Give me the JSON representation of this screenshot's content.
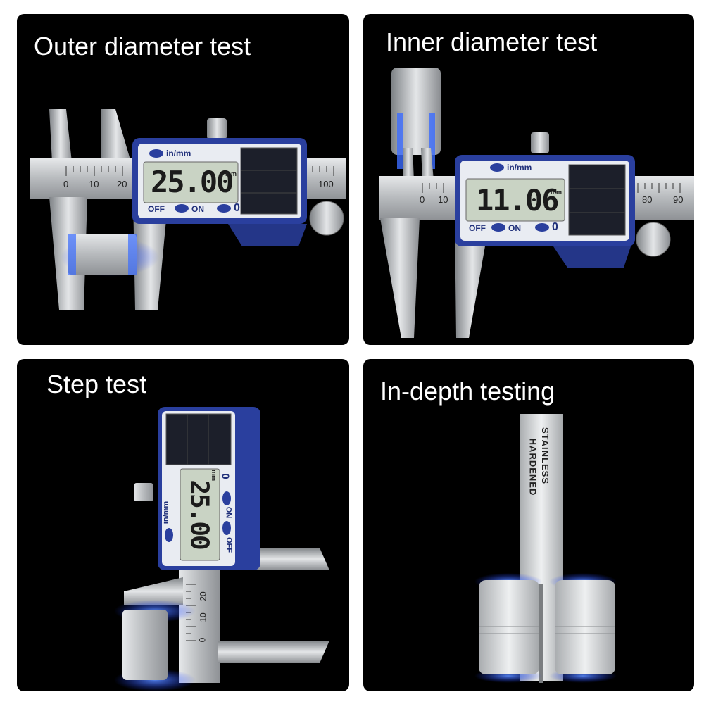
{
  "panels": [
    {
      "title": "Outer diameter test",
      "caliper": {
        "unit_button": "in/mm",
        "reading": "25.00",
        "reading_unit": "mm",
        "off_label": "OFF",
        "on_label": "ON",
        "zero_label": "0",
        "scale_ticks": [
          "0",
          "10",
          "20",
          "100"
        ]
      }
    },
    {
      "title": "Inner diameter test",
      "caliper": {
        "unit_button": "in/mm",
        "reading": "11.06",
        "reading_unit": "mm",
        "off_label": "OFF",
        "on_label": "ON",
        "zero_label": "0",
        "scale_ticks": [
          "0",
          "10",
          "80",
          "90"
        ]
      }
    },
    {
      "title": "Step test",
      "caliper": {
        "unit_button": "in/mm",
        "reading": "25.00",
        "reading_unit": "mm",
        "off_label": "OFF",
        "on_label": "ON",
        "zero_label": "0",
        "scale_ticks": [
          "0",
          "10",
          "20"
        ]
      }
    },
    {
      "title": "In-depth testing",
      "depth_rod": {
        "line1": "STAINLESS",
        "line2": "HARDENED"
      }
    }
  ],
  "colors": {
    "panel_bg": "#000000",
    "caliper_blue": "#2a3f9e",
    "lcd": "#c9d3c4",
    "steel": "#c8cacc",
    "glow": "#3b6cff"
  }
}
